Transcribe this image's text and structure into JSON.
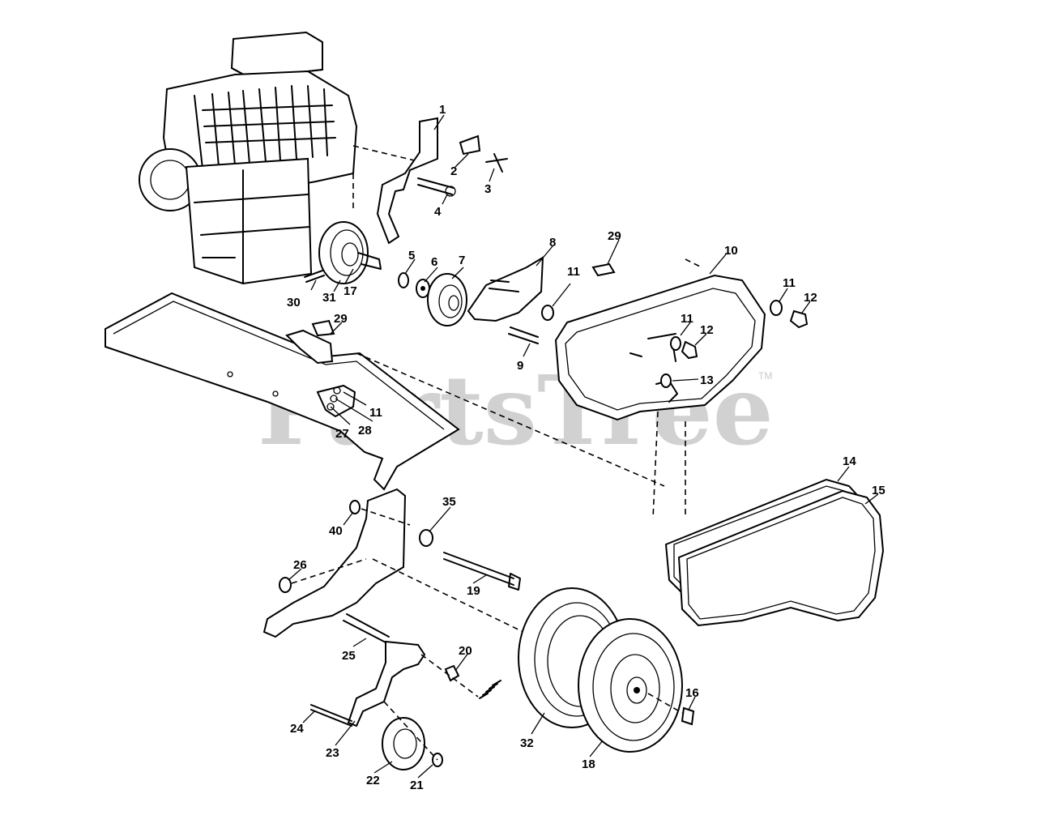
{
  "watermark": {
    "text": "PartsTree",
    "trademark": "TM"
  },
  "callouts": [
    {
      "id": "c1",
      "label": "1"
    },
    {
      "id": "c2",
      "label": "2"
    },
    {
      "id": "c3",
      "label": "3"
    },
    {
      "id": "c4",
      "label": "4"
    },
    {
      "id": "c5",
      "label": "5"
    },
    {
      "id": "c6",
      "label": "6"
    },
    {
      "id": "c7",
      "label": "7"
    },
    {
      "id": "c8",
      "label": "8"
    },
    {
      "id": "c9",
      "label": "9"
    },
    {
      "id": "c10",
      "label": "10"
    },
    {
      "id": "c11a",
      "label": "11"
    },
    {
      "id": "c11b",
      "label": "11"
    },
    {
      "id": "c11c",
      "label": "11"
    },
    {
      "id": "c11d",
      "label": "11"
    },
    {
      "id": "c12a",
      "label": "12"
    },
    {
      "id": "c12b",
      "label": "12"
    },
    {
      "id": "c13",
      "label": "13"
    },
    {
      "id": "c14",
      "label": "14"
    },
    {
      "id": "c15",
      "label": "15"
    },
    {
      "id": "c16",
      "label": "16"
    },
    {
      "id": "c17",
      "label": "17"
    },
    {
      "id": "c18",
      "label": "18"
    },
    {
      "id": "c19",
      "label": "19"
    },
    {
      "id": "c20",
      "label": "20"
    },
    {
      "id": "c21",
      "label": "21"
    },
    {
      "id": "c22",
      "label": "22"
    },
    {
      "id": "c23",
      "label": "23"
    },
    {
      "id": "c24",
      "label": "24"
    },
    {
      "id": "c25",
      "label": "25"
    },
    {
      "id": "c26",
      "label": "26"
    },
    {
      "id": "c27",
      "label": "27"
    },
    {
      "id": "c28",
      "label": "28"
    },
    {
      "id": "c29a",
      "label": "29"
    },
    {
      "id": "c29b",
      "label": "29"
    },
    {
      "id": "c30",
      "label": "30"
    },
    {
      "id": "c31",
      "label": "31"
    },
    {
      "id": "c32",
      "label": "32"
    },
    {
      "id": "c35",
      "label": "35"
    },
    {
      "id": "c40",
      "label": "40"
    }
  ]
}
